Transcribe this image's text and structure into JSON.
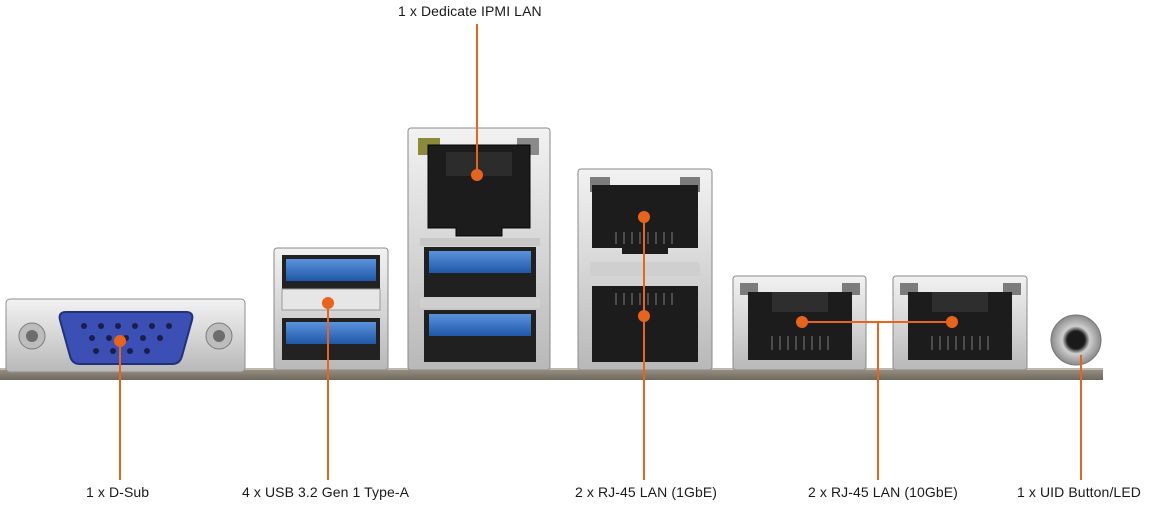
{
  "colors": {
    "callout": "#e8641c",
    "metal": "#d9d9d9",
    "metal_dark": "#a9a9a9",
    "bracket": "#8c8478",
    "usb_blue": "#2f6fc4",
    "vga_blue": "#3b4fb5",
    "port_black": "#1c1c1c",
    "text": "#1a1a1a"
  },
  "labels": {
    "ipmi": "1 x Dedicate IPMI LAN",
    "dsub": "1 x D-Sub",
    "usb": "4 x USB 3.2 Gen 1 Type-A",
    "lan_1g": "2 x RJ-45 LAN (1GbE)",
    "lan_10g": "2 x RJ-45 LAN (10GbE)",
    "uid": "1 x UID Button/LED"
  }
}
